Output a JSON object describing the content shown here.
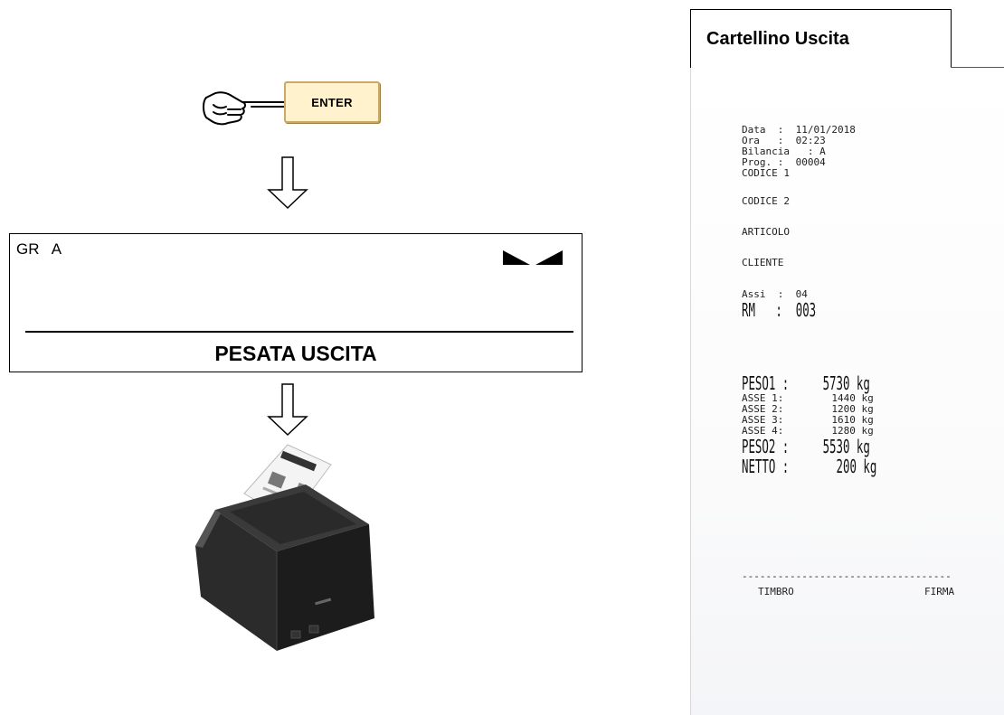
{
  "step": {
    "key_label": "ENTER"
  },
  "display": {
    "mode": "GR   A",
    "message": "PESATA USCITA"
  },
  "ticket": {
    "title": "Cartellino Uscita",
    "lines": {
      "data": "Data  :  11/01/2018",
      "ora": "Ora   :  02:23",
      "bilancia": "Bilancia   : A",
      "prog": "Prog. :  00004",
      "codice1": "CODICE 1",
      "codice2": "CODICE 2",
      "articolo": "ARTICOLO",
      "cliente": "CLIENTE",
      "assi": "Assi  :  04",
      "rm": "RM   :  003",
      "peso1": "PESO1 :     5730 kg",
      "asse1": "ASSE 1:        1440 kg",
      "asse2": "ASSE 2:        1200 kg",
      "asse3": "ASSE 3:        1610 kg",
      "asse4": "ASSE 4:        1280 kg",
      "peso2": "PESO2 :     5530 kg",
      "netto": "NETTO :       200 kg",
      "dashes": "-----------------------------------",
      "timbro": "TIMBRO",
      "firma": "FIRMA"
    }
  }
}
